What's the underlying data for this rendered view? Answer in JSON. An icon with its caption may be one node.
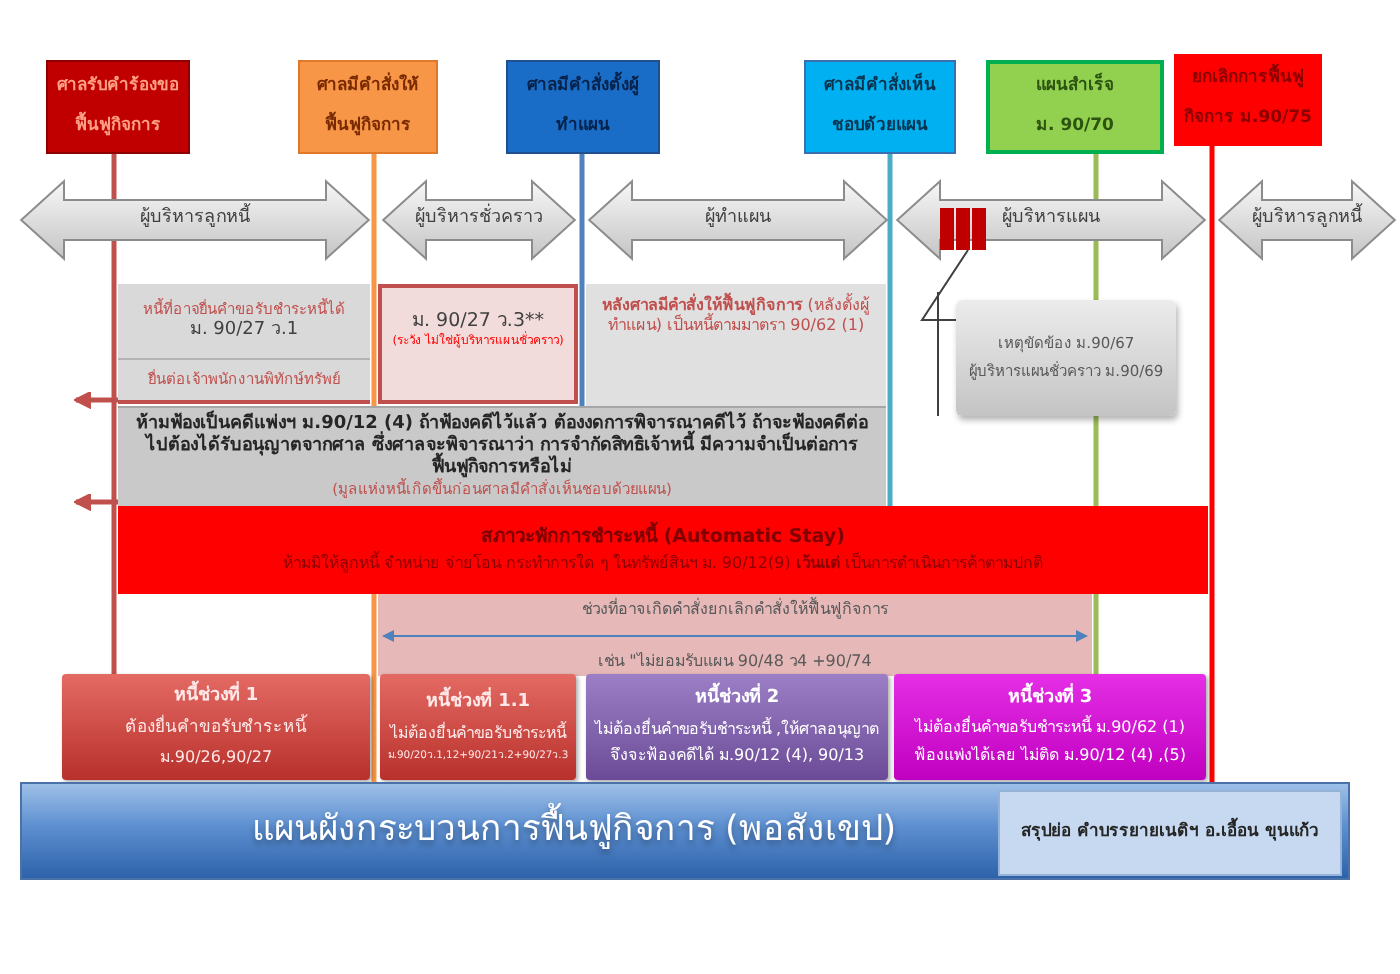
{
  "diagram": {
    "nodes": [
      {
        "text": [
          "ศาลรับคำร้องขอฟื้นฟูกิจการ"
        ]
      },
      {
        "text": [
          "ศาลมีคำสั่งให้ฟื้นฟูกิจการ"
        ]
      },
      {
        "text": [
          "ศาลมีคำสั่งตั้งผู้ทำแผน"
        ]
      },
      {
        "text": [
          "ศาลมีคำสั่งเห็นชอบด้วยแผน"
        ]
      },
      {
        "text": [
          "แผนสำเร็จ ม. 90/70"
        ]
      },
      {
        "text": [
          "ยกเลิกการฟื้นฟูกิจการ ม.90/75"
        ]
      },
      {
        "text": [
          "ผู้บริหารลูกหนี้"
        ]
      },
      {
        "text": [
          "ผู้บริหารชั่วคราว"
        ]
      },
      {
        "text": [
          "ผู้ทำแผน"
        ]
      },
      {
        "text": [
          "ผู้บริหารแผน"
        ]
      },
      {
        "text": [],
        "shape": "bar",
        "in": 9
      },
      {
        "text": [
          "ผู้บริหารลูกหนี้"
        ]
      },
      {
        "text": [
          "หนี้ที่อาจยื่นคำขอรับชำระหนี้ได้",
          "ม. 90/27 ว.1",
          "ยื่นต่อเจ้าพนักงานพิทักษ์ทรัพย์"
        ]
      },
      {
        "text": [
          "ม. 90/27 ว.3**",
          "(ระวัง ไม่ใช่ผู้บริหารแผนชั่วคราว)"
        ]
      },
      {
        "text": [
          "**หลังศาลมีคำสั่งให้ฟื้นฟูกิจการ** (หลังตั้งผู้ทำแผน) เป็นหนี้ตามมาตรา 90/62 (1)"
        ]
      },
      {
        "text": [
          "เหตุขัดข้อง ม.90/67",
          "ผู้บริหารแผนชั่วคราว ม.90/69"
        ]
      },
      {
        "text": [
          "ห้ามฟ้องเป็นคดีแพ่งฯ ม.90/12 (4) ถ้าฟ้องคดีไว้แล้ว ต้องงดการพิจารณาคดีไว้ ถ้าจะฟ้องคดีต่อไปต้องได้รับอนุญาตจากศาล ซึ่งศาลจะพิจารณาว่า การจำกัดสิทธิเจ้าหนี้ มีความจำเป็นต่อการฟื้นฟูกิจการหรือไม่",
          "(มูลแห่งหนี้เกิดขึ้นก่อนศาลมีคำสั่งเห็นชอบด้วยแผน)"
        ]
      },
      {
        "text": [
          "สภาวะพักการชำระหนี้ (Automatic Stay)",
          "ห้ามมิให้ลูกหนี้ จำหน่าย จ่ายโอน กระทำการใด ๆ ในทรัพย์สินฯ ม. 90/12(9) **เว้นแต่** เป็นการดำเนินการค้าตามปกติ"
        ]
      },
      {
        "text": [
          "ช่วงที่อาจเกิดคำสั่งยกเลิกคำสั่งให้ฟื้นฟูกิจการ",
          "เช่น \"ไม่ยอมรับแผน 90/48 ว4 +90/74"
        ]
      },
      {
        "text": [
          "หนี้ช่วงที่ 1",
          "ต้องยื่นคำขอรับชำระหนี้",
          "ม.90/26,90/27"
        ]
      },
      {
        "text": [
          "หนี้ช่วงที่ 1.1",
          "ไม่ต้องยื่นคำขอรับชำระหนี้",
          "ม.90/20ว.1,12+90/21ว.2+90/27ว.3"
        ]
      },
      {
        "text": [
          "หนี้ช่วงที่ 2",
          "ไม่ต้องยื่นคำขอรับชำระหนี้ ,ให้ศาลอนุญาต จึงจะฟ้องคดีได้ ม.90/12 (4), 90/13"
        ]
      },
      {
        "text": [
          "หนี้ช่วงที่ 3",
          "ไม่ต้องยื่นคำขอรับชำระหนี้ ม.90/62 (1)",
          "ฟ้องแพ่งได้เลย ไม่ติด ม.90/12 (4) ,(5)"
        ]
      },
      {
        "text": [
          "แผนผังกระบวนการฟื้นฟูกิจการ (พอสังเขป)"
        ]
      },
      {
        "text": [
          "สรุปย่อ คำบรรยายเนติฯ อ.เอื้อน ขุนแก้ว"
        ],
        "in": 23
      }
    ],
    "edges": [
      {
        "from": 0,
        "to": 6,
        "arrow": "none",
        "color": "#c0504d"
      },
      {
        "from": 6,
        "to": 19,
        "arrow": "none",
        "color": "#c0504d"
      },
      {
        "from": 1,
        "to": 16,
        "arrow": "none",
        "color": "#f79646"
      },
      {
        "from": 17,
        "to": 23,
        "arrow": "none",
        "color": "#f79646"
      },
      {
        "from": 2,
        "to": 16,
        "arrow": "none",
        "color": "#4f81bd"
      },
      {
        "from": 3,
        "to": 17,
        "arrow": "none",
        "color": "#4bacc6"
      },
      {
        "from": 4,
        "to": 9,
        "arrow": "none",
        "color": "#9bbb59"
      },
      {
        "from": 9,
        "to": 15,
        "arrow": "none",
        "color": "#9bbb59"
      },
      {
        "from": 15,
        "to": 17,
        "arrow": "none",
        "color": "#9bbb59"
      },
      {
        "from": 17,
        "to": 22,
        "arrow": "none",
        "color": "#9bbb59"
      },
      {
        "from": 5,
        "to": 23,
        "arrow": "none",
        "color": "#ff0000"
      },
      {
        "from": 15,
        "to": 10,
        "arrow": "none",
        "color": "#404040"
      },
      {
        "from": 12,
        "to": null,
        "arrow": "to",
        "color": "#c0504d"
      },
      {
        "from": 16,
        "to": null,
        "arrow": "to",
        "color": "#c0504d"
      }
    ]
  }
}
